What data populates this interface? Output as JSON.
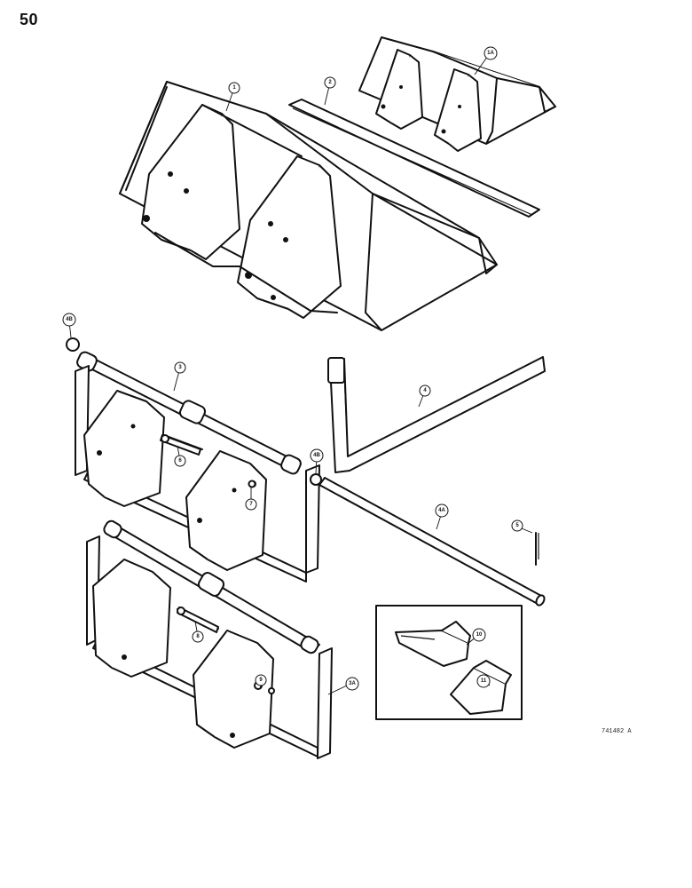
{
  "page": {
    "number": "50",
    "drawing_code": "741482 A"
  },
  "callouts": {
    "c1": "1",
    "c1a": "1A",
    "c2": "2",
    "c3": "3",
    "c3a": "3A",
    "c4": "4",
    "c4a": "4A",
    "c4b_top": "4B",
    "c4b_mid": "4B",
    "c5": "5",
    "c6": "6",
    "c7": "7",
    "c8": "8",
    "c9": "9",
    "c10": "10",
    "c11": "11"
  }
}
